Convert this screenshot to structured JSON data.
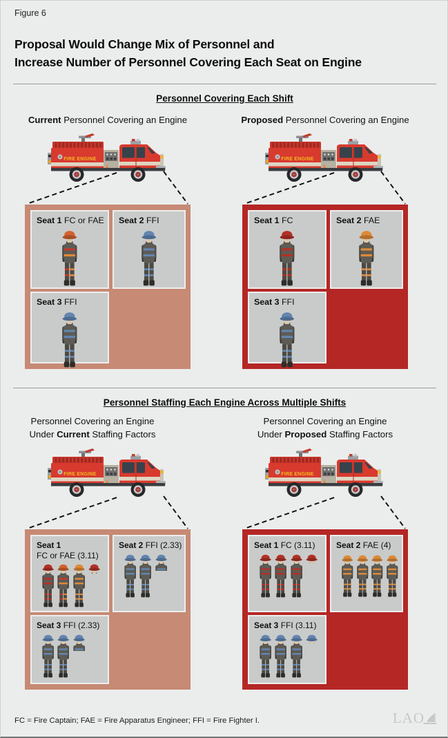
{
  "figure_label": "Figure 6",
  "title_lines": [
    "Proposal Would Change Mix of Personnel and",
    "Increase Number of Personnel Covering Each Seat on Engine"
  ],
  "footnote": "FC = Fire Captain; FAE = Fire Apparatus Engineer; FFI = Fire Fighter I.",
  "logo_text": "LAO",
  "colors": {
    "background": "#ebedec",
    "current_panel": "#c78a74",
    "proposed_panel": "#b42725",
    "seat_box": "#c9cbca",
    "fc_red": "#b23128",
    "fae_orange": "#dd8a3a",
    "ffi_blue": "#6385ae",
    "truck_red": "#d83a2e",
    "truck_text_yellow": "#f2b722"
  },
  "truck_label": "FIRE ENGINE",
  "roles": {
    "fc": {
      "helmet": "#b23128",
      "helmet_dark": "#8f271f",
      "stripe": "#b23128",
      "stripe2": "#b23128"
    },
    "fae": {
      "helmet": "#dd8a3a",
      "helmet_dark": "#b56e2b",
      "stripe": "#dd8a3a",
      "stripe2": "#dd8a3a"
    },
    "ffi": {
      "helmet": "#6385ae",
      "helmet_dark": "#4d6b91",
      "stripe": "#6385ae",
      "stripe2": "#6385ae"
    },
    "fc_fae": {
      "helmet": "#d2622f",
      "helmet_dark": "#a94e24",
      "stripe": "#c0392b",
      "stripe2": "#dd8a3a"
    }
  },
  "sections": [
    {
      "heading": "Personnel Covering Each Shift",
      "panels": [
        {
          "theme": "current",
          "header_lines": [
            [
              {
                "t": "Current",
                "b": true
              },
              {
                "t": " Personnel Covering an Engine",
                "b": false
              }
            ]
          ],
          "seats": [
            {
              "label_lines": [
                [
                  {
                    "t": "Seat 1",
                    "b": true
                  },
                  {
                    "t": " FC or FAE",
                    "b": false
                  }
                ]
              ],
              "figures": [
                {
                  "role": "fc_fae",
                  "type": "full"
                }
              ]
            },
            {
              "label_lines": [
                [
                  {
                    "t": "Seat 2",
                    "b": true
                  },
                  {
                    "t": " FFI",
                    "b": false
                  }
                ]
              ],
              "figures": [
                {
                  "role": "ffi",
                  "type": "full"
                }
              ]
            },
            {
              "label_lines": [
                [
                  {
                    "t": "Seat 3",
                    "b": true
                  },
                  {
                    "t": " FFI",
                    "b": false
                  }
                ]
              ],
              "figures": [
                {
                  "role": "ffi",
                  "type": "full"
                }
              ]
            }
          ]
        },
        {
          "theme": "proposed",
          "header_lines": [
            [
              {
                "t": "Proposed",
                "b": true
              },
              {
                "t": " Personnel Covering an Engine",
                "b": false
              }
            ]
          ],
          "seats": [
            {
              "label_lines": [
                [
                  {
                    "t": "Seat 1",
                    "b": true
                  },
                  {
                    "t": " FC",
                    "b": false
                  }
                ]
              ],
              "figures": [
                {
                  "role": "fc",
                  "type": "full"
                }
              ]
            },
            {
              "label_lines": [
                [
                  {
                    "t": "Seat 2",
                    "b": true
                  },
                  {
                    "t": " FAE",
                    "b": false
                  }
                ]
              ],
              "figures": [
                {
                  "role": "fae",
                  "type": "full"
                }
              ]
            },
            {
              "label_lines": [
                [
                  {
                    "t": "Seat 3",
                    "b": true
                  },
                  {
                    "t": " FFI",
                    "b": false
                  }
                ]
              ],
              "figures": [
                {
                  "role": "ffi",
                  "type": "full"
                }
              ]
            }
          ]
        }
      ]
    },
    {
      "heading": "Personnel Staffing Each Engine Across Multiple Shifts",
      "panels": [
        {
          "theme": "current",
          "header_lines": [
            [
              {
                "t": "Personnel Covering an Engine",
                "b": false
              }
            ],
            [
              {
                "t": "Under ",
                "b": false
              },
              {
                "t": "Current",
                "b": true
              },
              {
                "t": " Staffing Factors",
                "b": false
              }
            ]
          ],
          "seats": [
            {
              "label_lines": [
                [
                  {
                    "t": "Seat 1",
                    "b": true
                  }
                ],
                [
                  {
                    "t": "FC or FAE (3.11)",
                    "b": false
                  }
                ]
              ],
              "figures": [
                {
                  "role": "fc",
                  "type": "full"
                },
                {
                  "role": "fc_fae",
                  "type": "full"
                },
                {
                  "role": "fae",
                  "type": "full"
                },
                {
                  "role": "fc",
                  "type": "head"
                }
              ]
            },
            {
              "label_lines": [
                [
                  {
                    "t": "Seat 2",
                    "b": true
                  },
                  {
                    "t": " FFI (2.33)",
                    "b": false
                  }
                ]
              ],
              "figures": [
                {
                  "role": "ffi",
                  "type": "full"
                },
                {
                  "role": "ffi",
                  "type": "full"
                },
                {
                  "role": "ffi",
                  "type": "bust"
                }
              ]
            },
            {
              "label_lines": [
                [
                  {
                    "t": "Seat 3",
                    "b": true
                  },
                  {
                    "t": " FFI (2.33)",
                    "b": false
                  }
                ]
              ],
              "figures": [
                {
                  "role": "ffi",
                  "type": "full"
                },
                {
                  "role": "ffi",
                  "type": "full"
                },
                {
                  "role": "ffi",
                  "type": "bust"
                }
              ]
            }
          ]
        },
        {
          "theme": "proposed",
          "header_lines": [
            [
              {
                "t": "Personnel Covering an Engine",
                "b": false
              }
            ],
            [
              {
                "t": "Under ",
                "b": false
              },
              {
                "t": "Proposed",
                "b": true
              },
              {
                "t": " Staffing Factors",
                "b": false
              }
            ]
          ],
          "seats": [
            {
              "label_lines": [
                [
                  {
                    "t": "Seat 1",
                    "b": true
                  },
                  {
                    "t": " FC (3.11)",
                    "b": false
                  }
                ]
              ],
              "figures": [
                {
                  "role": "fc",
                  "type": "full"
                },
                {
                  "role": "fc",
                  "type": "full"
                },
                {
                  "role": "fc",
                  "type": "full"
                },
                {
                  "role": "fc",
                  "type": "head"
                }
              ]
            },
            {
              "label_lines": [
                [
                  {
                    "t": "Seat 2",
                    "b": true
                  },
                  {
                    "t": " FAE (4)",
                    "b": false
                  }
                ]
              ],
              "figures": [
                {
                  "role": "fae",
                  "type": "full"
                },
                {
                  "role": "fae",
                  "type": "full"
                },
                {
                  "role": "fae",
                  "type": "full"
                },
                {
                  "role": "fae",
                  "type": "full"
                }
              ]
            },
            {
              "label_lines": [
                [
                  {
                    "t": "Seat 3",
                    "b": true
                  },
                  {
                    "t": " FFI (3.11)",
                    "b": false
                  }
                ]
              ],
              "figures": [
                {
                  "role": "ffi",
                  "type": "full"
                },
                {
                  "role": "ffi",
                  "type": "full"
                },
                {
                  "role": "ffi",
                  "type": "full"
                },
                {
                  "role": "ffi",
                  "type": "head"
                }
              ]
            }
          ]
        }
      ]
    }
  ]
}
